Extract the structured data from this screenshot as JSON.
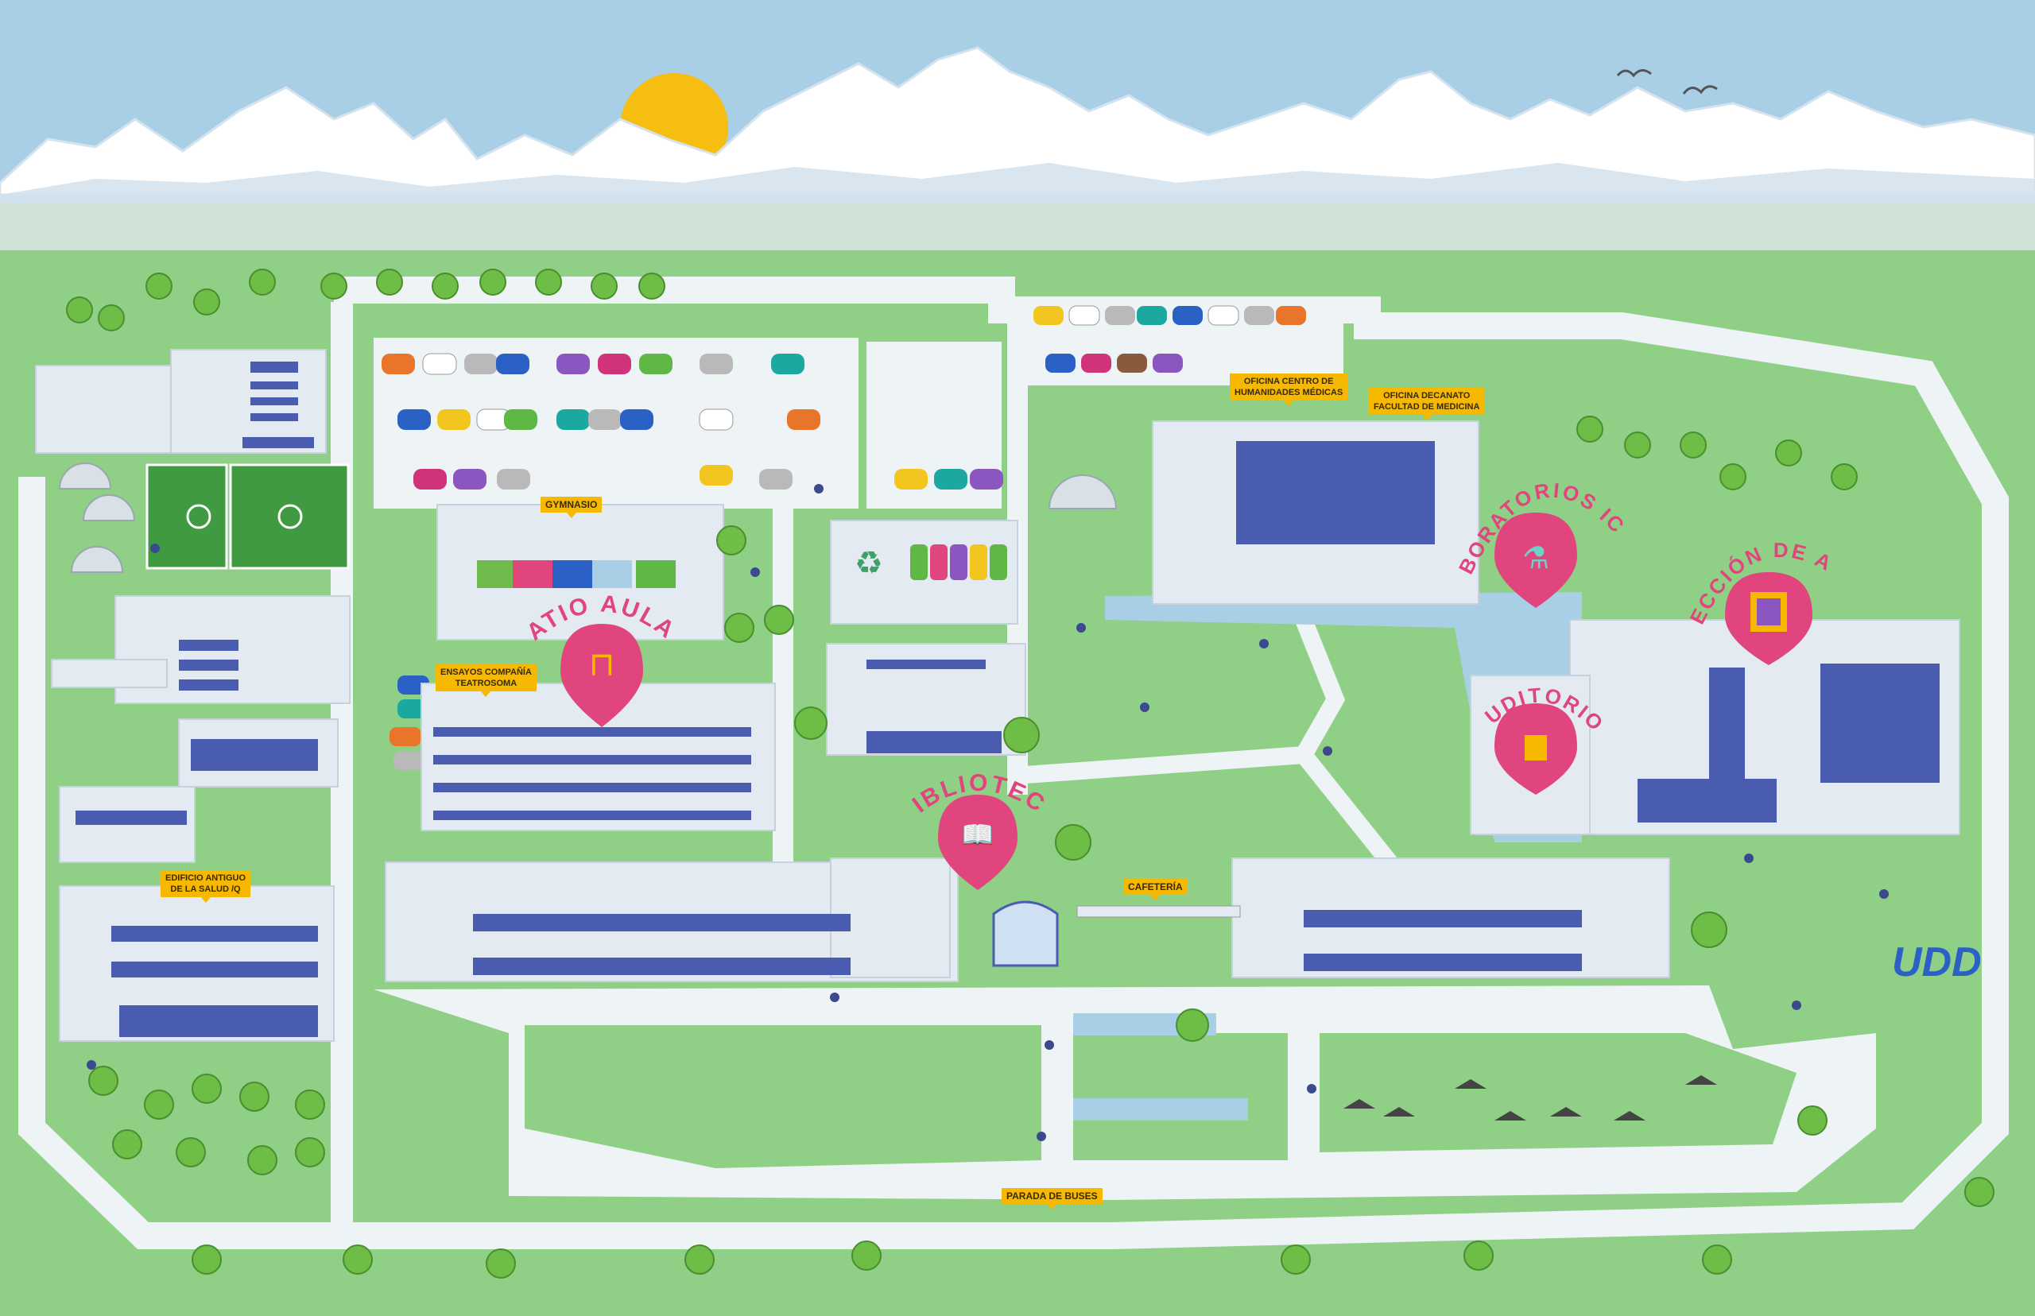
{
  "labels": {
    "gimnasio": "GYMNASIO",
    "ensayos": "ENSAYOS COMPAÑÍA\nTEATROSOMA",
    "oficina_humanidades": "OFICINA CENTRO DE\nHUMANIDADES MÉDICAS",
    "oficina_decanato": "OFICINA DECANATO\nFACULTAD DE MEDICINA",
    "edificio_antiguo": "EDIFICIO ANTIGUO\nDE LA SALUD /Q",
    "cafeteria": "CAFETERÍA",
    "parada_buses": "PARADA DE BUSES"
  },
  "landmarks": {
    "patio_aulas": "PATIO AULAS",
    "biblioteca": "BIBLIOTECA",
    "laboratorios": "LABORATORIOS ICIM",
    "auditorio": "AUDITORIO",
    "coleccion_arte": "COLECCIÓN DE ARTE"
  },
  "logo": "UDD",
  "icons": {
    "patio_aulas": "bench-icon",
    "biblioteca": "open-book-icon",
    "laboratorios": "flask-icon",
    "auditorio": "podium-icon",
    "coleccion_arte": "painting-icon",
    "recycling": "recycle-icon"
  },
  "colors": {
    "sky": "#a9cfe6",
    "mountain": "#ffffff",
    "grass": "#8fcf86",
    "path": "#eef3f6",
    "building": "#e3eaf1",
    "window": "#4a5cb0",
    "marker": "#e0457d",
    "label": "#f6b800",
    "sun": "#f7be12"
  }
}
